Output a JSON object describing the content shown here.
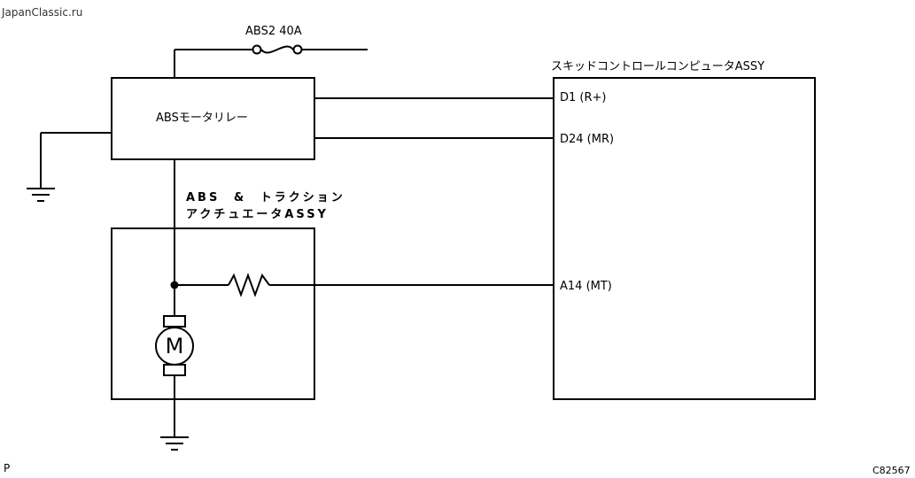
{
  "watermark": "JapanClassic.ru",
  "fuse": {
    "label": "ABS2 40A"
  },
  "relay": {
    "label": "ABSモータリレー"
  },
  "computer": {
    "title": "スキッドコントロールコンピュータASSY",
    "pins": {
      "d1": "D1 (R+)",
      "d24": "D24 (MR)",
      "a14": "A14 (MT)"
    }
  },
  "actuator": {
    "title_line1": "ABS & トラクション",
    "title_line2": "アクチュエータASSY",
    "motor_symbol": "M"
  },
  "footer": {
    "left_code": "P",
    "figure_id": "C82567"
  }
}
